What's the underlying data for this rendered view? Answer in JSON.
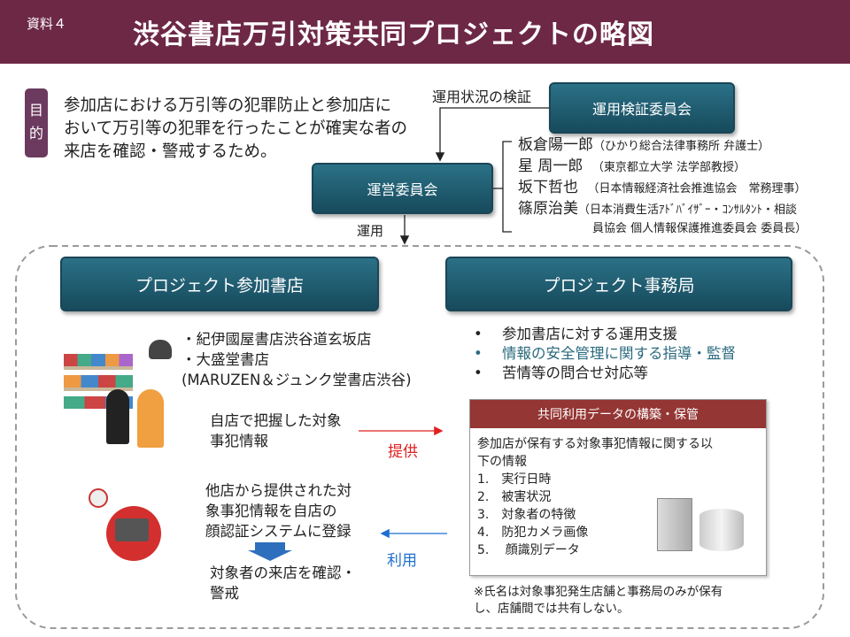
{
  "header": {
    "doc_label": "資料４",
    "title": "渋谷書店万引対策共同プロジェクトの略図"
  },
  "purpose": {
    "tag": "目的",
    "lines": [
      "参加店における万引等の犯罪防止と参加店に",
      "おいて万引等の犯罪を行ったことが確実な者の",
      "来店を確認・警戒するため。"
    ]
  },
  "verify_label": "運用状況の検証",
  "verify_committee": "運用検証委員会",
  "operating_committee": "運営委員会",
  "operate_label": "運用",
  "members": [
    {
      "name": "板倉陽一郎",
      "affil": "（ひかり総合法律事務所 弁護士）"
    },
    {
      "name": "星 周一郎",
      "affil": "（東京都立大学 法学部教授）"
    },
    {
      "name": "坂下哲也",
      "affil": "（日本情報経済社会推進協会　常務理事）"
    },
    {
      "name": "篠原治美",
      "affil": "（日本消費生活ｱﾄﾞﾊﾞｲｻﾞｰ・ｺﾝｻﾙﾀﾝﾄ・相談",
      "affil2": "員協会 個人情報保護推進委員会 委員長）"
    }
  ],
  "stores_box": "プロジェクト参加書店",
  "office_box": "プロジェクト事務局",
  "stores": [
    "・紀伊國屋書店渋谷道玄坂店",
    "・大盛堂書店",
    "(MARUZEN＆ジュンク堂書店渋谷)"
  ],
  "office_tasks": [
    "参加書店に対する運用支援",
    "情報の安全管理に関する指導・監督",
    "苦情等の問合せ対応等"
  ],
  "own_info": [
    "自店で把握した対象",
    "事犯情報"
  ],
  "provide_label": "提供",
  "others_info": [
    "他店から提供された対",
    "象事犯情報を自店の",
    "顔認証システムに登録"
  ],
  "use_label": "利用",
  "confirm": [
    "対象者の来店を確認・",
    "警戒"
  ],
  "data_box": {
    "header": "共同利用データの構築・保管",
    "intro": [
      "参加店が保有する対象事犯情報に関する以",
      "下の情報"
    ],
    "items": [
      "1.　実行日時",
      "2.　被害状況",
      "3.　対象者の特徴",
      "4.　防犯カメラ画像",
      "5.　 顔識別データ"
    ]
  },
  "note": [
    "※氏名は対象事犯発生店舗と事務局のみが保有",
    "し、店舗間では共有しない。"
  ],
  "colors": {
    "header": "#6d2846",
    "teal": "#1f5f73",
    "red": "#943634",
    "blue": "#1f6fd0"
  }
}
